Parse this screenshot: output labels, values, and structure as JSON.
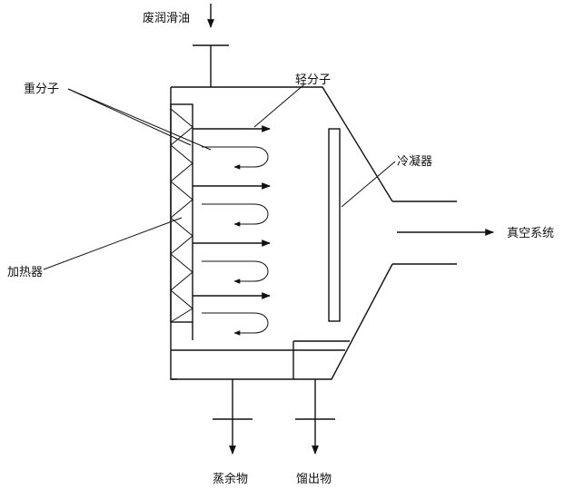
{
  "labels": {
    "feed": "废润滑油",
    "light_molecules": "轻分子",
    "heavy_molecules": "重分子",
    "condenser": "冷凝器",
    "vacuum_system": "真空系统",
    "heater": "加热器",
    "residue": "蒸余物",
    "distillate": "馏出物"
  }
}
